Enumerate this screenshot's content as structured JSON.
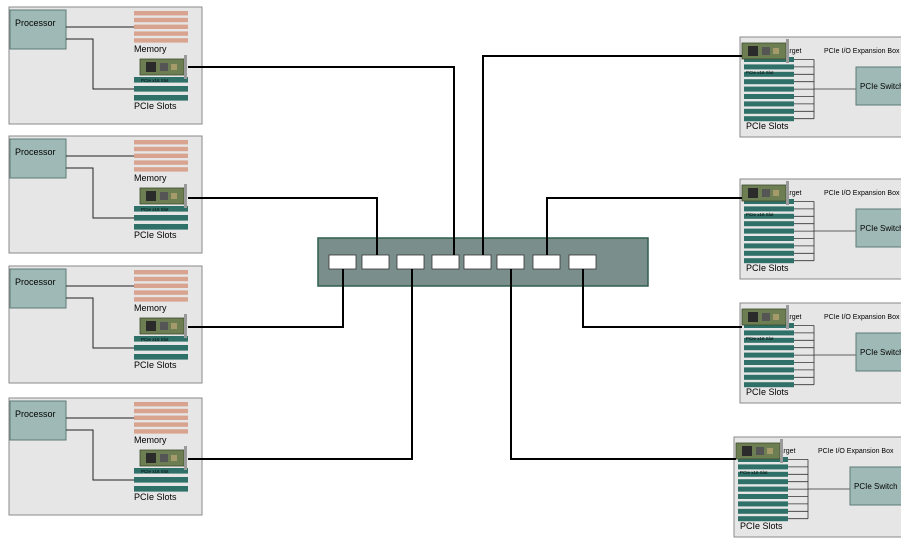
{
  "labels": {
    "processor": "Processor",
    "memory": "Memory",
    "pcie_slots": "PCIe Slots",
    "slot": "PCIe x16 Slot",
    "target": "Target",
    "expansion_box": "PCIe I/O Expansion Box",
    "pcie_switch": "PCIe Switch"
  },
  "host_count": 4,
  "expansion_box_count": 4,
  "switch_port_count": 8,
  "colors": {
    "box_fill": "#e6e6e6",
    "box_border": "#8a8a8a",
    "processor": "#9fbab6",
    "memory": "#d8a38f",
    "slot": "#2f7068",
    "switch": "#7a8f8b",
    "cable": "#000000"
  }
}
